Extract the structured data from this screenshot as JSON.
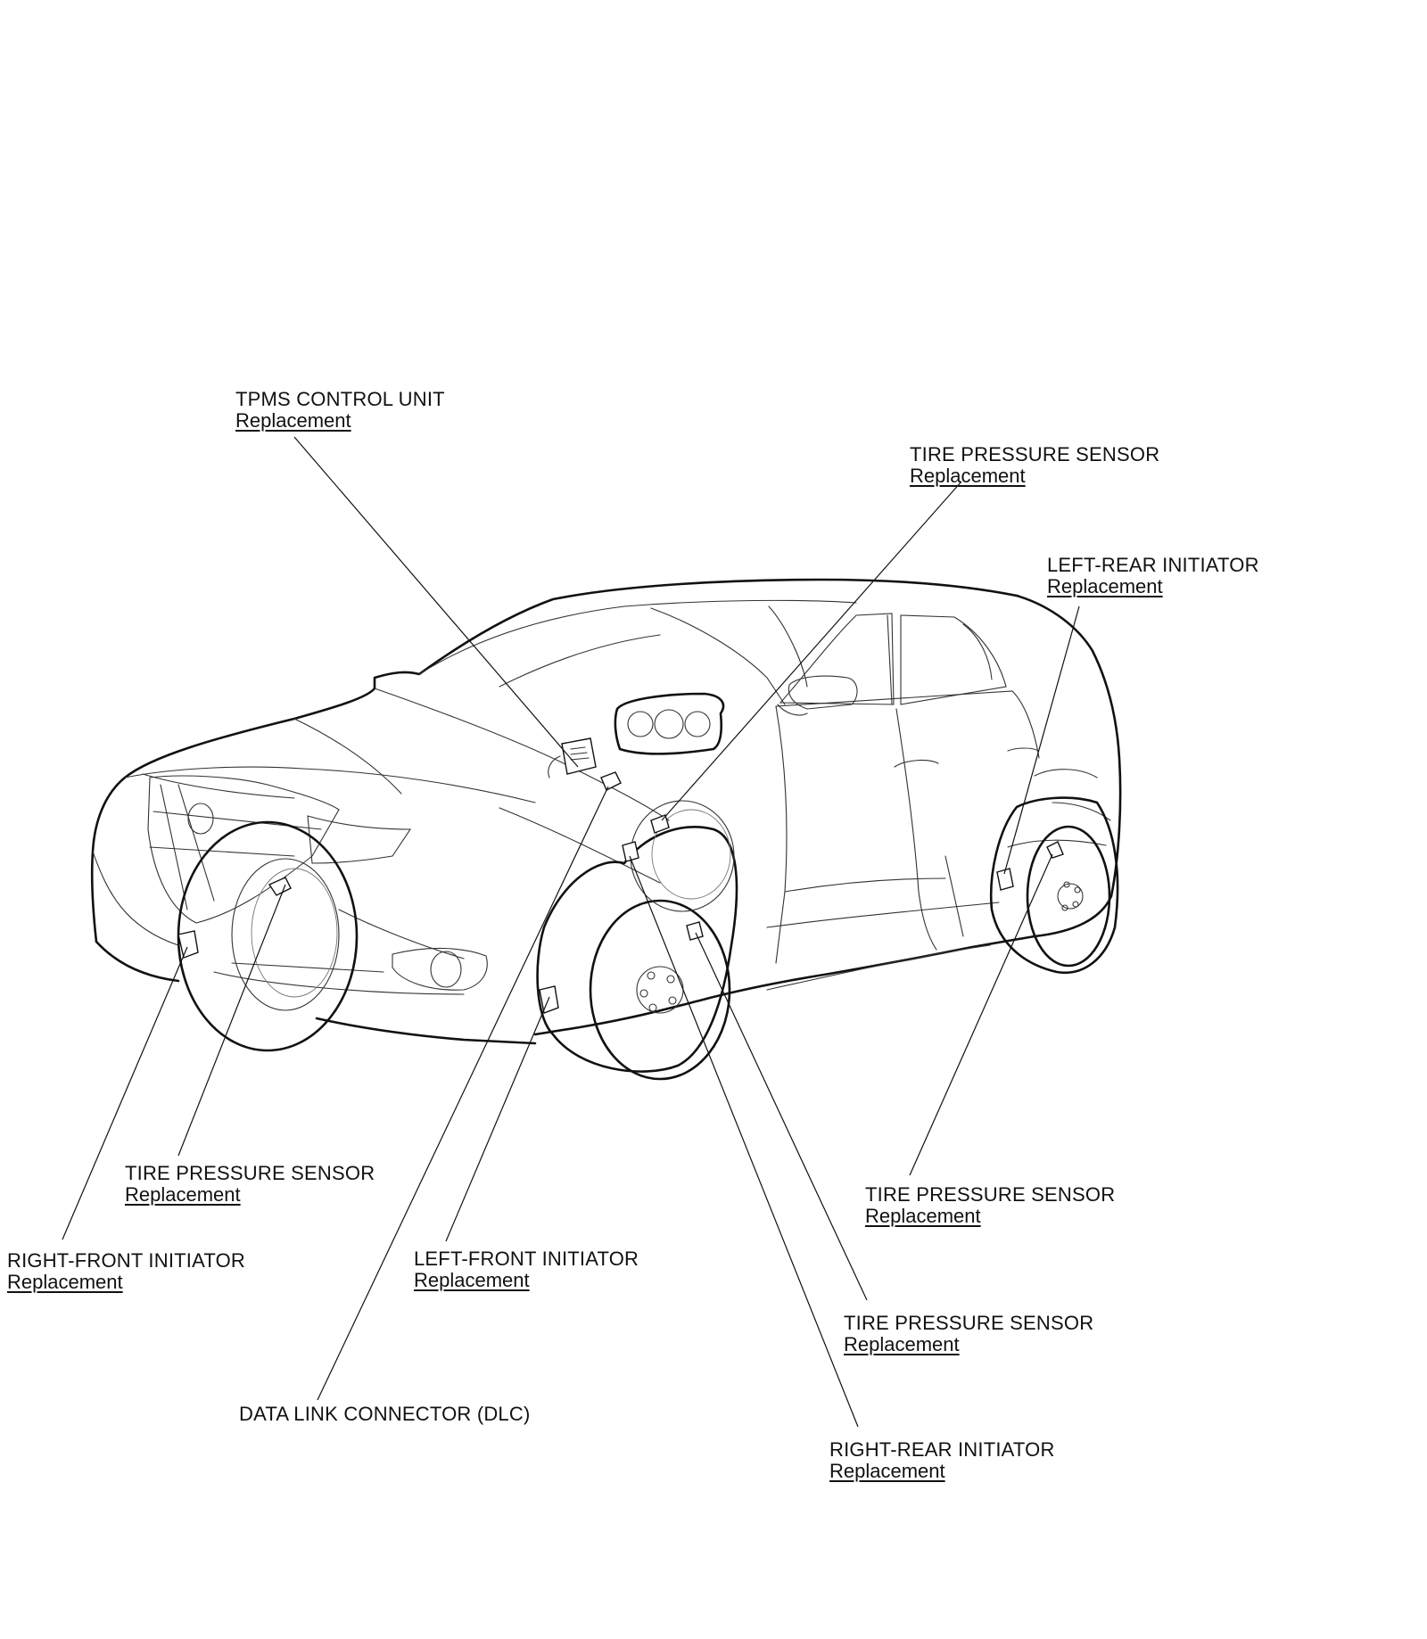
{
  "callouts": [
    {
      "id": "tpms-control-unit",
      "title": "TPMS CONTROL UNIT",
      "link": "Replacement"
    },
    {
      "id": "tire-pressure-sensor-top",
      "title": "TIRE PRESSURE SENSOR",
      "link": "Replacement"
    },
    {
      "id": "left-rear-initiator",
      "title": "LEFT-REAR INITIATOR",
      "link": "Replacement"
    },
    {
      "id": "tire-pressure-sensor-right-front",
      "title": "TIRE PRESSURE SENSOR",
      "link": "Replacement"
    },
    {
      "id": "right-front-initiator",
      "title": "RIGHT-FRONT INITIATOR",
      "link": "Replacement"
    },
    {
      "id": "left-front-initiator",
      "title": "LEFT-FRONT INITIATOR",
      "link": "Replacement"
    },
    {
      "id": "data-link-connector",
      "title": "DATA LINK CONNECTOR (DLC)"
    },
    {
      "id": "tire-pressure-sensor-left-rear",
      "title": "TIRE PRESSURE SENSOR",
      "link": "Replacement"
    },
    {
      "id": "tire-pressure-sensor-left-front",
      "title": "TIRE PRESSURE SENSOR",
      "link": "Replacement"
    },
    {
      "id": "right-rear-initiator",
      "title": "RIGHT-REAR INITIATOR",
      "link": "Replacement"
    }
  ]
}
